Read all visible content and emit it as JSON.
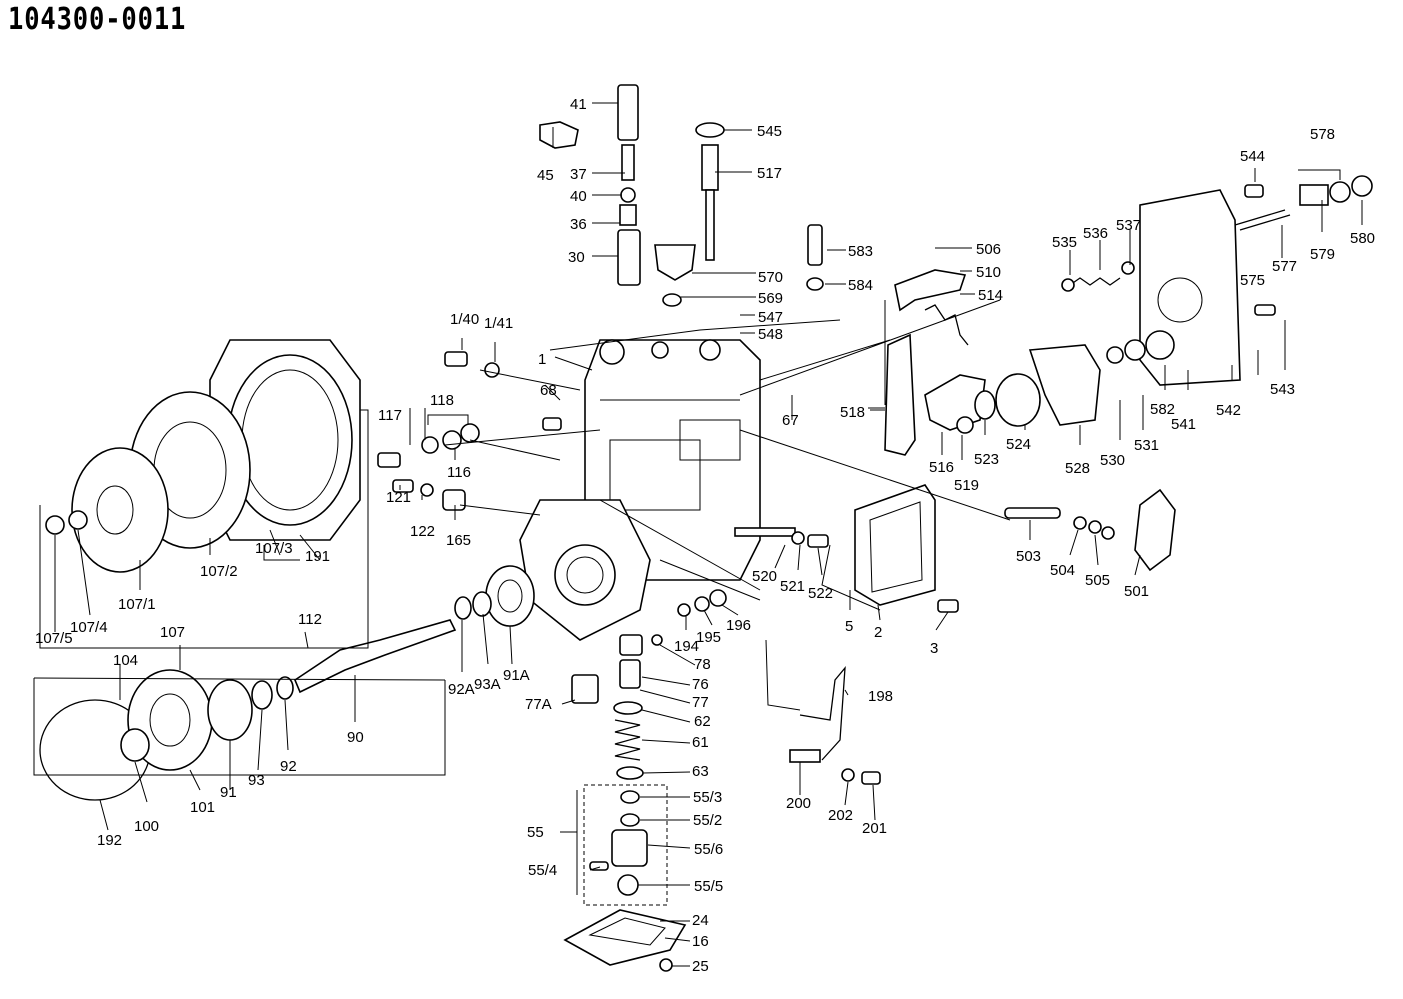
{
  "title": "104300-0011",
  "callouts": [
    "41",
    "45",
    "37",
    "40",
    "36",
    "30",
    "545",
    "517",
    "570",
    "569",
    "547",
    "548",
    "583",
    "584",
    "506",
    "510",
    "514",
    "535",
    "536",
    "537",
    "544",
    "578",
    "575",
    "577",
    "579",
    "580",
    "543",
    "1/40",
    "1/41",
    "1",
    "68",
    "67",
    "518",
    "516",
    "519",
    "523",
    "524",
    "528",
    "530",
    "531",
    "582",
    "541",
    "542",
    "117",
    "118",
    "116",
    "121",
    "122",
    "165",
    "503",
    "504",
    "505",
    "501",
    "191",
    "107/3",
    "107/2",
    "107/1",
    "107/4",
    "107/5",
    "107",
    "112",
    "104",
    "90",
    "92A",
    "93A",
    "91A",
    "101",
    "91",
    "93",
    "92",
    "100",
    "192",
    "520",
    "521",
    "522",
    "5",
    "2",
    "3",
    "194",
    "195",
    "196",
    "78",
    "76",
    "77",
    "77A",
    "62",
    "61",
    "63",
    "198",
    "200",
    "202",
    "201",
    "55/3",
    "55/2",
    "55",
    "55/6",
    "55/4",
    "55/5",
    "24",
    "16",
    "25"
  ]
}
